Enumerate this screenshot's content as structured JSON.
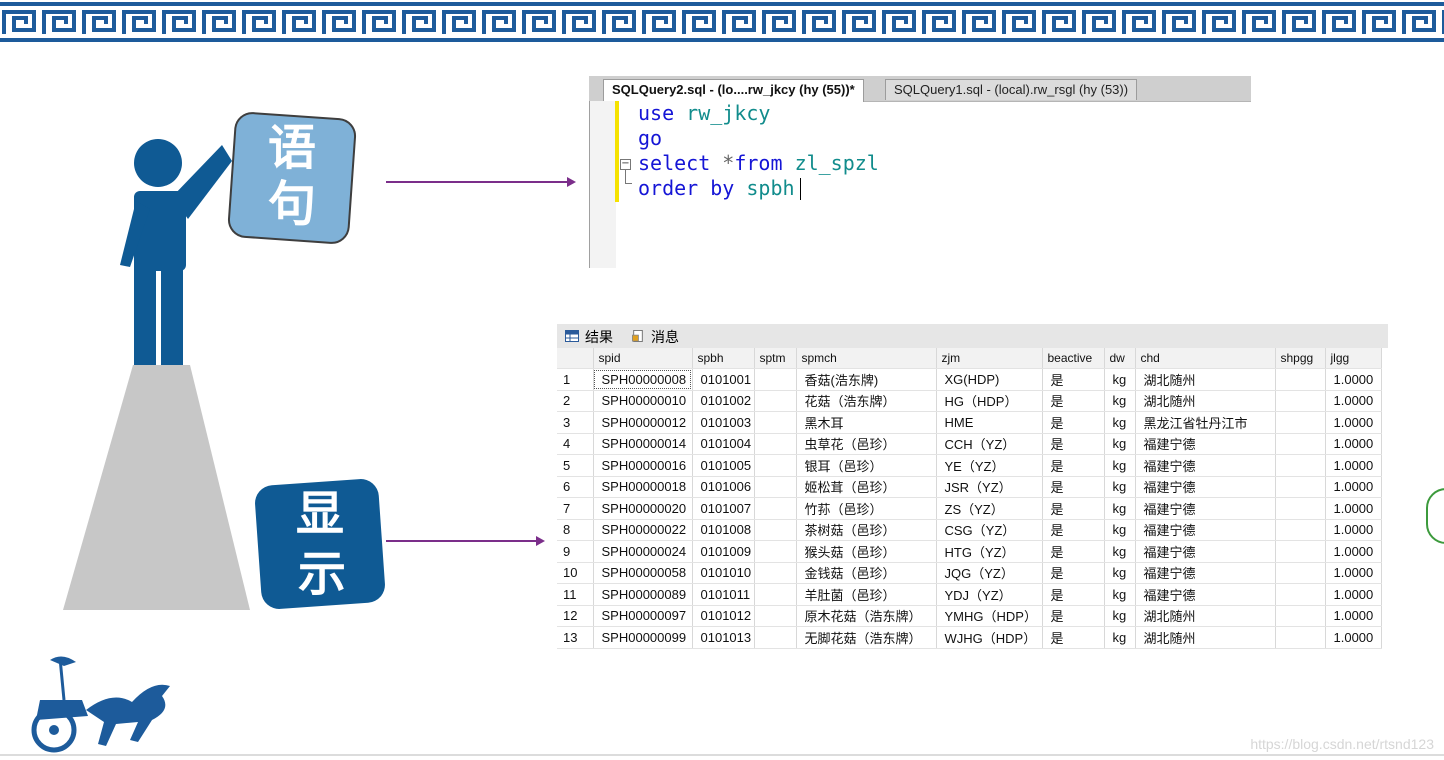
{
  "editor": {
    "tabs": [
      {
        "label": "SQLQuery2.sql - (lo....rw_jkcy (hy (55))*",
        "active": true
      },
      {
        "label": "SQLQuery1.sql - (local).rw_rsgl (hy (53))",
        "active": false
      }
    ],
    "code": {
      "line1_kw": "use",
      "line1_id": "rw_jkcy",
      "line2_kw": "go",
      "line3_kw1": "select",
      "line3_op": "*",
      "line3_kw2": "from",
      "line3_id": "zl_spzl",
      "line4_kw": "order by",
      "line4_id": "spbh"
    }
  },
  "badges": {
    "statement": [
      "语",
      "句"
    ],
    "display": [
      "显",
      "示"
    ]
  },
  "results": {
    "tabs": [
      "结果",
      "消息"
    ],
    "columns": [
      "",
      "spid",
      "spbh",
      "sptm",
      "spmch",
      "zjm",
      "beactive",
      "dw",
      "chd",
      "shpgg",
      "jlgg"
    ],
    "rows": [
      [
        "1",
        "SPH00000008",
        "0101001",
        "",
        "香菇(浩东牌)",
        "XG(HDP)",
        "是",
        "kg",
        "湖北随州",
        "",
        "1.0000"
      ],
      [
        "2",
        "SPH00000010",
        "0101002",
        "",
        "花菇（浩东牌）",
        "HG（HDP）",
        "是",
        "kg",
        "湖北随州",
        "",
        "1.0000"
      ],
      [
        "3",
        "SPH00000012",
        "0101003",
        "",
        "黑木耳",
        "HME",
        "是",
        "kg",
        "黑龙江省牡丹江市",
        "",
        "1.0000"
      ],
      [
        "4",
        "SPH00000014",
        "0101004",
        "",
        "虫草花（邑珍）",
        "CCH（YZ）",
        "是",
        "kg",
        "福建宁德",
        "",
        "1.0000"
      ],
      [
        "5",
        "SPH00000016",
        "0101005",
        "",
        "银耳（邑珍）",
        "YE（YZ）",
        "是",
        "kg",
        "福建宁德",
        "",
        "1.0000"
      ],
      [
        "6",
        "SPH00000018",
        "0101006",
        "",
        "姬松茸（邑珍）",
        "JSR（YZ）",
        "是",
        "kg",
        "福建宁德",
        "",
        "1.0000"
      ],
      [
        "7",
        "SPH00000020",
        "0101007",
        "",
        "竹荪（邑珍）",
        "ZS（YZ）",
        "是",
        "kg",
        "福建宁德",
        "",
        "1.0000"
      ],
      [
        "8",
        "SPH00000022",
        "0101008",
        "",
        "茶树菇（邑珍）",
        "CSG（YZ）",
        "是",
        "kg",
        "福建宁德",
        "",
        "1.0000"
      ],
      [
        "9",
        "SPH00000024",
        "0101009",
        "",
        "猴头菇（邑珍）",
        "HTG（YZ）",
        "是",
        "kg",
        "福建宁德",
        "",
        "1.0000"
      ],
      [
        "10",
        "SPH00000058",
        "0101010",
        "",
        "金钱菇（邑珍）",
        "JQG（YZ）",
        "是",
        "kg",
        "福建宁德",
        "",
        "1.0000"
      ],
      [
        "11",
        "SPH00000089",
        "0101011",
        "",
        "羊肚菌（邑珍）",
        "YDJ（YZ）",
        "是",
        "kg",
        "福建宁德",
        "",
        "1.0000"
      ],
      [
        "12",
        "SPH00000097",
        "0101012",
        "",
        "原木花菇（浩东牌）",
        "YMHG（HDP）",
        "是",
        "kg",
        "湖北随州",
        "",
        "1.0000"
      ],
      [
        "13",
        "SPH00000099",
        "0101013",
        "",
        "无脚花菇（浩东牌）",
        "WJHG（HDP）",
        "是",
        "kg",
        "湖北随州",
        "",
        "1.0000"
      ]
    ]
  },
  "watermark": "https://blog.csdn.net/rtsnd123",
  "colors": {
    "frame_blue": "#1d5b9b",
    "figure_blue": "#0f5a94",
    "badge_light": "#7fb1d7",
    "badge_dark": "#0f5a94",
    "pedestal": "#c7c7c7",
    "arrow": "#7b2e8a",
    "keyword": "#1515d6",
    "identifier": "#118c8c"
  }
}
